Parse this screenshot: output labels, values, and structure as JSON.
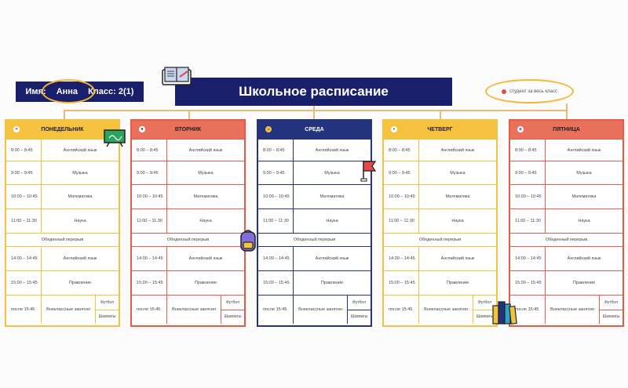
{
  "student": {
    "name_label": "Имя:",
    "name_value": "Анна",
    "class_label": "Класс: 2(1)"
  },
  "title": "Школьное расписание",
  "status_badge": "студент за весь класс",
  "days": [
    {
      "name": "ПОНЕДЕЛЬНИК",
      "lessons": [
        {
          "time": "8:00 – 8:45",
          "subject": "Английский язык"
        },
        {
          "time": "9:00 – 9:45",
          "subject": "Музыка"
        },
        {
          "time": "10:00 – 10:45",
          "subject": "Математика"
        },
        {
          "time": "11:00 – 11:30",
          "subject": "Наука"
        }
      ],
      "lunch": "Обеденный перерыв",
      "lessons2": [
        {
          "time": "14:00 – 14:45",
          "subject": "Английский язык"
        },
        {
          "time": "15:00 – 15:45",
          "subject": "Правление"
        }
      ],
      "after": {
        "time": "после 15:45",
        "subject": "Внеклассные занятия",
        "opt1": "Футбол",
        "opt2": "Шахматы"
      }
    },
    {
      "name": "ВТОРНИК",
      "lessons": [
        {
          "time": "8:00 – 8:45",
          "subject": "Английский язык"
        },
        {
          "time": "9:00 – 9:45",
          "subject": "Музыка"
        },
        {
          "time": "10:00 – 10:45",
          "subject": "Математика"
        },
        {
          "time": "11:00 – 11:30",
          "subject": "Наука"
        }
      ],
      "lunch": "Обеденный перерыв",
      "lessons2": [
        {
          "time": "14:00 – 14:45",
          "subject": "Английский язык"
        },
        {
          "time": "15:00 – 15:45",
          "subject": "Правление"
        }
      ],
      "after": {
        "time": "после 15:45",
        "subject": "Внеклассные занятия",
        "opt1": "Футбол",
        "opt2": "Шахматы"
      }
    },
    {
      "name": "СРЕДА",
      "lessons": [
        {
          "time": "8:00 – 8:45",
          "subject": "Английский язык"
        },
        {
          "time": "9:00 – 9:45",
          "subject": "Музыка"
        },
        {
          "time": "10:00 – 10:45",
          "subject": "Математика"
        },
        {
          "time": "11:00 – 11:30",
          "subject": "Наука"
        }
      ],
      "lunch": "Обеденный перерыв",
      "lessons2": [
        {
          "time": "14:00 – 14:45",
          "subject": "Английский язык"
        },
        {
          "time": "15:00 – 15:45",
          "subject": "Правление"
        }
      ],
      "after": {
        "time": "после 15:45",
        "subject": "Внеклассные занятия",
        "opt1": "Футбол",
        "opt2": "Шахматы"
      }
    },
    {
      "name": "ЧЕТВЕРГ",
      "lessons": [
        {
          "time": "8:00 – 8:45",
          "subject": "Английский язык"
        },
        {
          "time": "9:00 – 9:45",
          "subject": "Музыка"
        },
        {
          "time": "10:00 – 10:45",
          "subject": "Математика"
        },
        {
          "time": "11:00 – 11:30",
          "subject": "Наука"
        }
      ],
      "lunch": "Обеденный перерыв",
      "lessons2": [
        {
          "time": "14:00 – 14:45",
          "subject": "Английский язык"
        },
        {
          "time": "15:00 – 15:45",
          "subject": "Правление"
        }
      ],
      "after": {
        "time": "после 15:45",
        "subject": "Внеклассные занятия",
        "opt1": "Футбол",
        "opt2": "Шахматы"
      }
    },
    {
      "name": "ПЯТНИЦА",
      "lessons": [
        {
          "time": "8:00 – 8:45",
          "subject": "Английский язык"
        },
        {
          "time": "9:00 – 9:45",
          "subject": "Музыка"
        },
        {
          "time": "10:00 – 10:45",
          "subject": "Математика"
        },
        {
          "time": "11:00 – 11:30",
          "subject": "Наука"
        }
      ],
      "lunch": "Обеденный перерыв",
      "lessons2": [
        {
          "time": "14:00 – 14:45",
          "subject": "Английский язык"
        },
        {
          "time": "15:00 – 15:45",
          "subject": "Правление"
        }
      ],
      "after": {
        "time": "после 15:45",
        "subject": "Внеклассные занятия",
        "opt1": "Футбол",
        "opt2": "Шахматы"
      }
    }
  ],
  "colors": {
    "navy": "#1a1f6b",
    "yellow": "#f4c23e",
    "coral": "#e9705b",
    "dark_blue": "#23337d"
  }
}
